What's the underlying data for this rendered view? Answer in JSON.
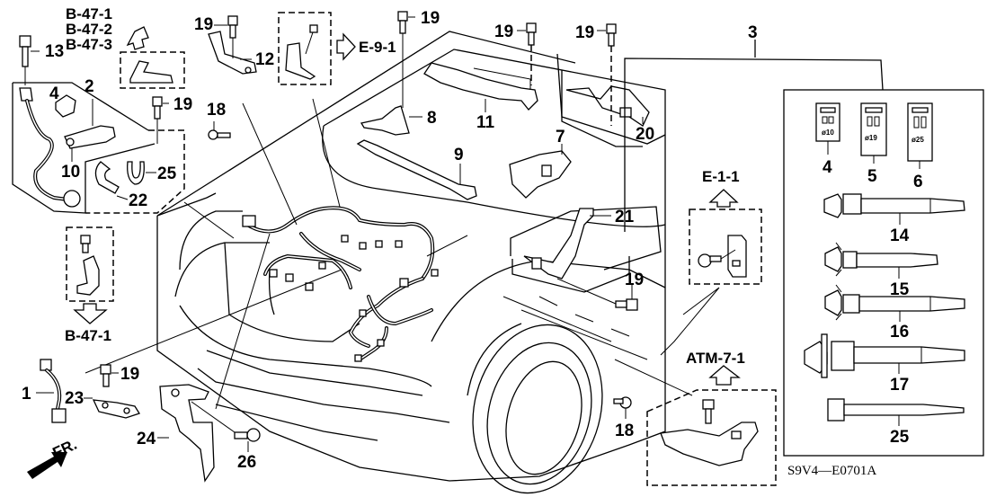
{
  "diagram": {
    "title_code": "S9V4—E0701A",
    "front_indicator": "FR.",
    "references": {
      "b47_group": [
        "B-47-1",
        "B-47-2",
        "B-47-3"
      ],
      "b47_lower": "B-47-1",
      "e91": "E-9-1",
      "e11": "E-1-1",
      "atm71": "ATM-7-1"
    },
    "callouts": {
      "c1": "1",
      "c2": "2",
      "c3": "3",
      "c4_left": "4",
      "c4_kit": "4",
      "c5": "5",
      "c6": "6",
      "c7": "7",
      "c8": "8",
      "c9": "9",
      "c10": "10",
      "c11": "11",
      "c12": "12",
      "c13": "13",
      "c14": "14",
      "c15": "15",
      "c16": "16",
      "c17": "17",
      "c18_upper": "18",
      "c18_lower": "18",
      "c19_a": "19",
      "c19_b": "19",
      "c19_c": "19",
      "c19_d": "19",
      "c19_e": "19",
      "c19_f": "19",
      "c19_g": "19",
      "c20": "20",
      "c21": "21",
      "c22": "22",
      "c23": "23",
      "c24": "24",
      "c25_left": "25",
      "c25_kit": "25",
      "c26": "26"
    },
    "clip_sizes": [
      "ø10",
      "ø19",
      "ø25"
    ]
  }
}
